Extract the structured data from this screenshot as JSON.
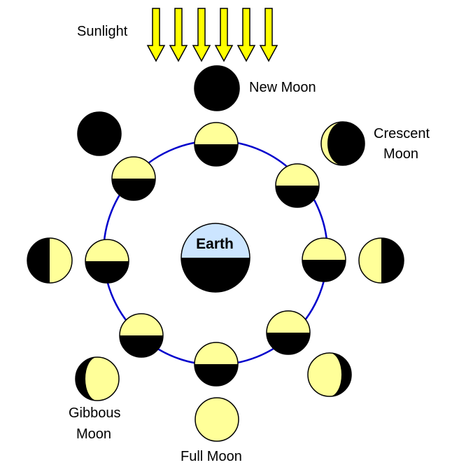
{
  "labels": {
    "sunlight": "Sunlight",
    "earth": "Earth",
    "new_moon": "New Moon",
    "crescent_line1": "Crescent",
    "crescent_line2": "Moon",
    "gibbous_line1": "Gibbous",
    "gibbous_line2": "Moon",
    "full_moon": "Full Moon"
  },
  "colors": {
    "sunlight_arrow": "#FFFF00",
    "lit": "#FFFF99",
    "dark": "#000000",
    "earth_day": "#CCE5FF",
    "orbit": "#0000CC"
  },
  "sunlight_arrow_count": 6
}
